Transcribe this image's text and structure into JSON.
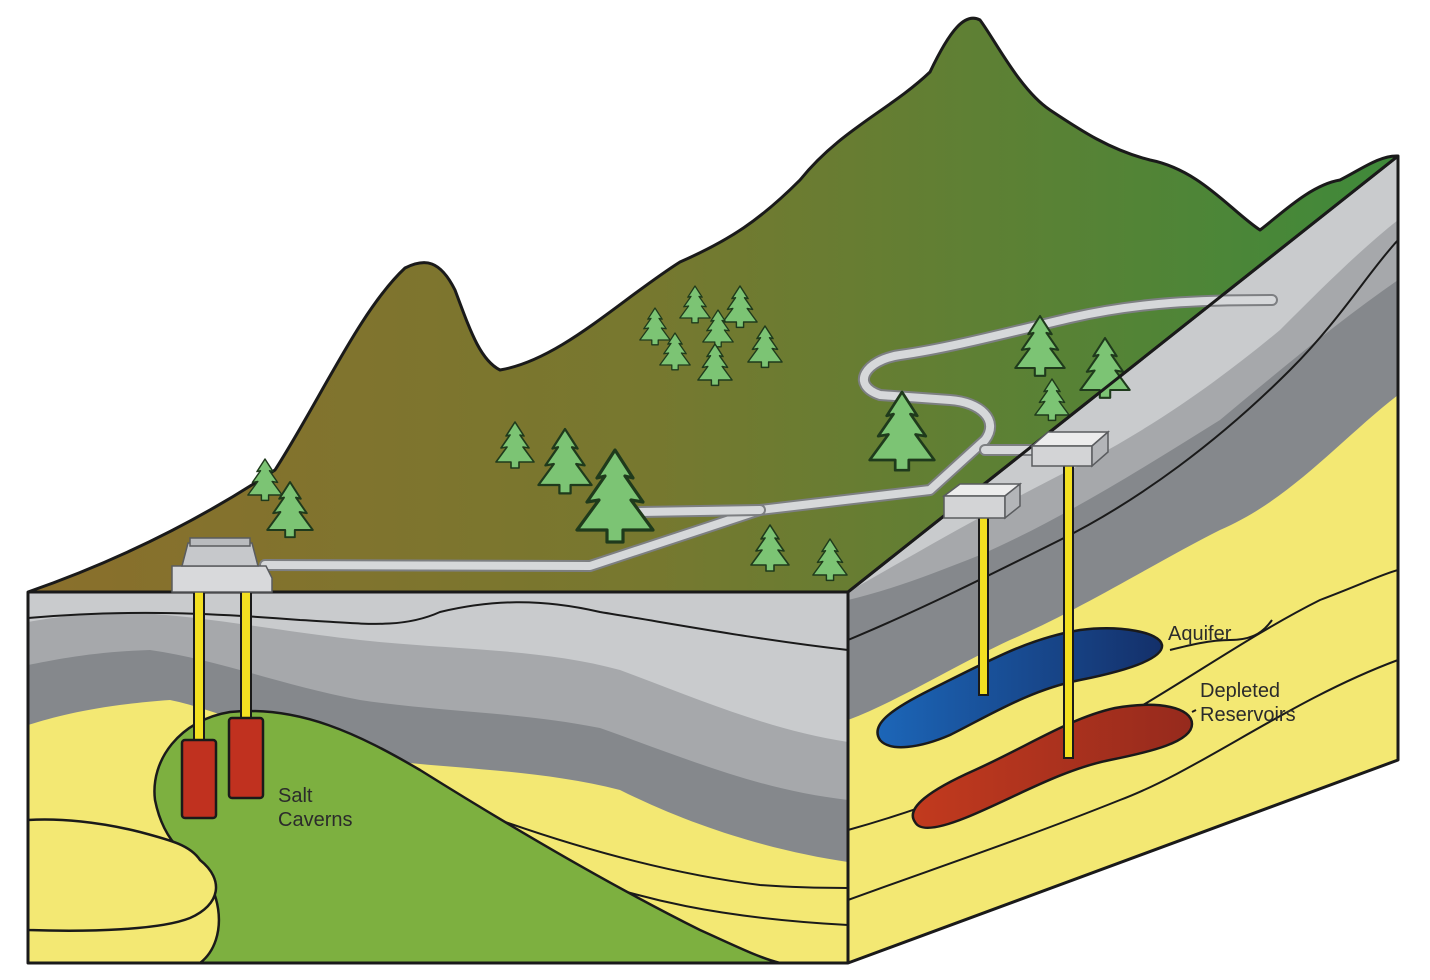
{
  "labels": {
    "salt": [
      "Salt",
      "Caverns"
    ],
    "aquifer": "Aquifer",
    "depleted": [
      "Depleted",
      "Reservoirs"
    ]
  },
  "colors": {
    "mountain_left": "#8a6f2c",
    "mountain_right": "#3f8a3a",
    "rock_light": "#c9cbcd",
    "rock_mid": "#a6a8ab",
    "rock_dark": "#85888c",
    "sand": "#f3e873",
    "salt_dome": "#7db040",
    "aquifer_blue": "#1a5aa6",
    "reservoir_red": "#b8301f",
    "cavern_red": "#c0311f",
    "pipe_yellow": "#f3e021",
    "tree": "#7cc474",
    "facility": "#dcdcdc"
  },
  "icons": [
    "tree-icon",
    "facility-icon",
    "well-pipe-icon"
  ]
}
